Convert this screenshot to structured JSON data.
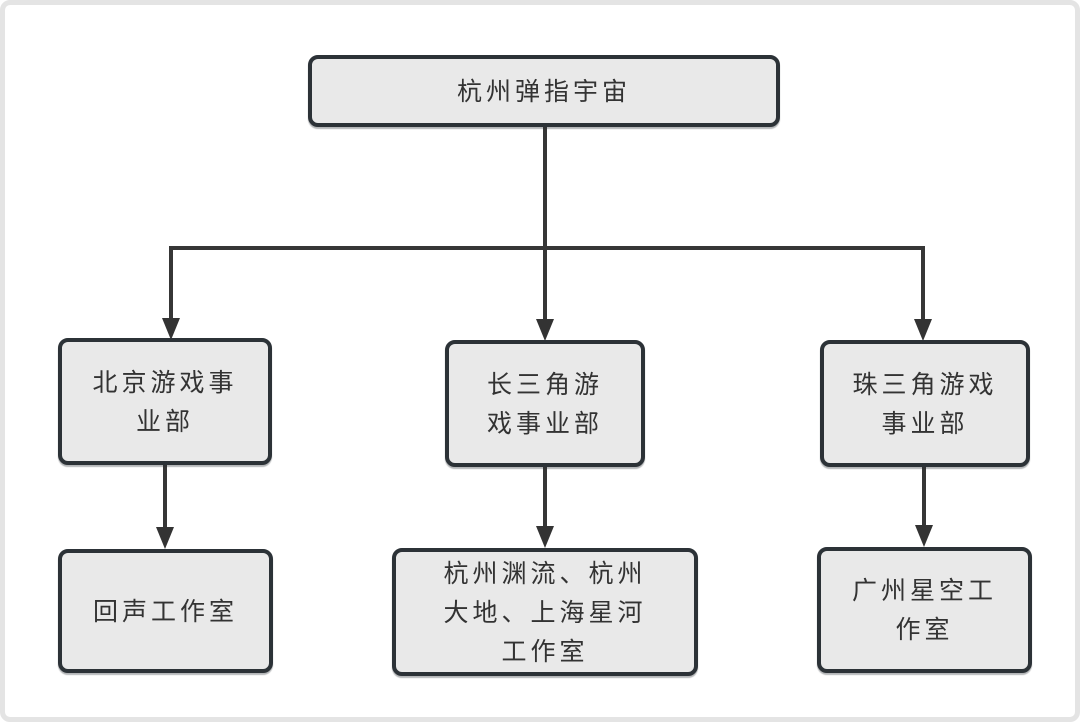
{
  "diagram": {
    "type": "org_chart",
    "nodes": [
      {
        "id": "root",
        "label": "杭州弹指宇宙"
      },
      {
        "id": "beijing_div",
        "label": "北京游戏事\n业部"
      },
      {
        "id": "yangtze_div",
        "label": "长三角游\n戏事业部"
      },
      {
        "id": "pearl_div",
        "label": "珠三角游戏\n事业部"
      },
      {
        "id": "echo_studio",
        "label": "回声工作室"
      },
      {
        "id": "yangtze_studios",
        "label": "杭州渊流、杭州\n大地、上海星河\n工作室"
      },
      {
        "id": "guangzhou_studio",
        "label": "广州星空工\n作室"
      }
    ],
    "edges": [
      {
        "from": "root",
        "to": "beijing_div"
      },
      {
        "from": "root",
        "to": "yangtze_div"
      },
      {
        "from": "root",
        "to": "pearl_div"
      },
      {
        "from": "beijing_div",
        "to": "echo_studio"
      },
      {
        "from": "yangtze_div",
        "to": "yangtze_studios"
      },
      {
        "from": "pearl_div",
        "to": "guangzhou_studio"
      }
    ]
  },
  "colors": {
    "node_fill": "#e9e9e9",
    "node_border": "#2c3237",
    "connector": "#363636",
    "text": "#333333",
    "frame_border": "#e4e4e4",
    "background": "#ffffff"
  }
}
